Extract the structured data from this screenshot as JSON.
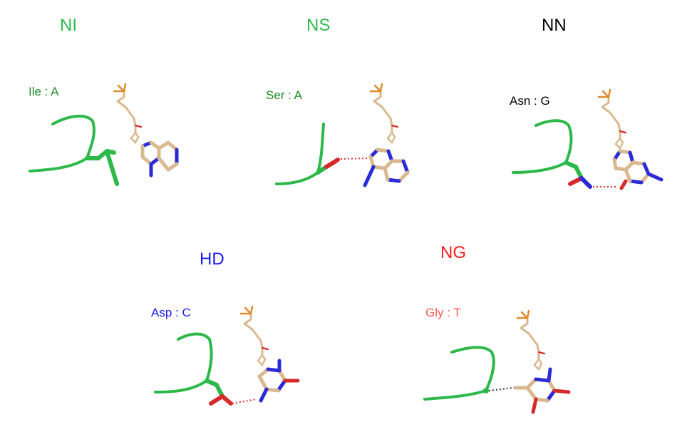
{
  "colors": {
    "green": "#2db84a",
    "dark_green": "#1f8a28",
    "black": "#000000",
    "blue": "#1a1aff",
    "red": "#ff1a1a",
    "light_red": "#ff5a5a",
    "tan": "#d9b98f",
    "nitrogen": "#2a2ad6",
    "oxygen": "#d62a2a",
    "phosphorus": "#e08a28",
    "hbond_red": "#e03030",
    "hbond_black": "#333333"
  },
  "panels": [
    {
      "id": "ni",
      "title": "NI",
      "pair": "Ile : A"
    },
    {
      "id": "ns",
      "title": "NS",
      "pair": "Ser : A"
    },
    {
      "id": "nn",
      "title": "NN",
      "pair": "Asn : G"
    },
    {
      "id": "hd",
      "title": "HD",
      "pair": "Asp : C"
    },
    {
      "id": "ng",
      "title": "NG",
      "pair": "Gly : T"
    }
  ]
}
